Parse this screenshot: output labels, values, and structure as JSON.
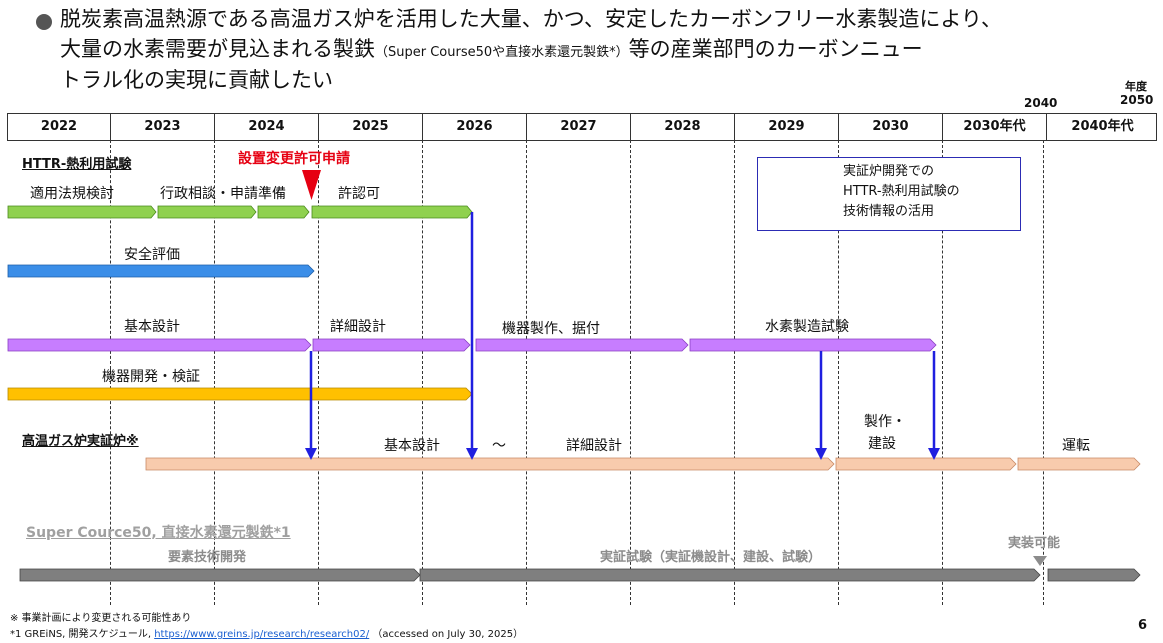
{
  "headline": {
    "line1": "脱炭素高温熱源である高温ガス炉を活用した大量、かつ、安定したカーボンフリー水素製造により、",
    "line2_main": "大量の水素需要が見込まれる製鉄",
    "line2_small": "（Super Course50や直接水素還元製鉄*）",
    "line2_tail": "等の産業部門のカーボンニュー",
    "line3": "トラル化の実現に貢献したい"
  },
  "axis": {
    "unit": "年度",
    "marker_2040": "2040",
    "marker_2050": "2050",
    "years": [
      "2022",
      "2023",
      "2024",
      "2025",
      "2026",
      "2027",
      "2028",
      "2029",
      "2030",
      "2030年代",
      "2040年代"
    ]
  },
  "httr": {
    "title": "HTTR-熱利用試験",
    "milestone": "設置変更許可申請",
    "tasks": {
      "law_review": "適用法規検討",
      "consult": "行政相談・申請準備",
      "permit": "許認可",
      "safety": "安全評価",
      "basic_design": "基本設計",
      "detail_design": "詳細設計",
      "manufacture": "機器製作、据付",
      "h2_test": "水素製造試験",
      "equip_dev": "機器開発・検証"
    }
  },
  "legend": {
    "line1": "実証炉開発での",
    "line2": "HTTR-熱利用試験の",
    "line3": "技術情報の活用"
  },
  "demo_reactor": {
    "title": "高温ガス炉実証炉※",
    "basic": "基本設計",
    "tilde": "～",
    "detail": "詳細設計",
    "build1": "製作・",
    "build2": "建設",
    "operate": "運転"
  },
  "steel": {
    "title": "Super Cource50, 直接水素還元製鉄*1",
    "elemental": "要素技術開発",
    "demo": "実証試験（実証機設計、建設、試験）",
    "ready": "実装可能"
  },
  "footnotes": {
    "note1": "※ 事業計画により変更される可能性あり",
    "note2_pre": "*1 GREiNS, 開発スケジュール,",
    "note2_link": "https://www.greins.jp/research/research02/",
    "note2_post": "（accessed on July 30, 2025）"
  },
  "page_number": "6",
  "colors": {
    "green": "#8fd14f",
    "blue": "#3b8ee8",
    "purple": "#c77dff",
    "orange": "#ffc000",
    "salmon": "#f8cbad",
    "gray": "#7f7f7f",
    "arrow_blue": "#1f1fe0",
    "red": "#e60012"
  }
}
